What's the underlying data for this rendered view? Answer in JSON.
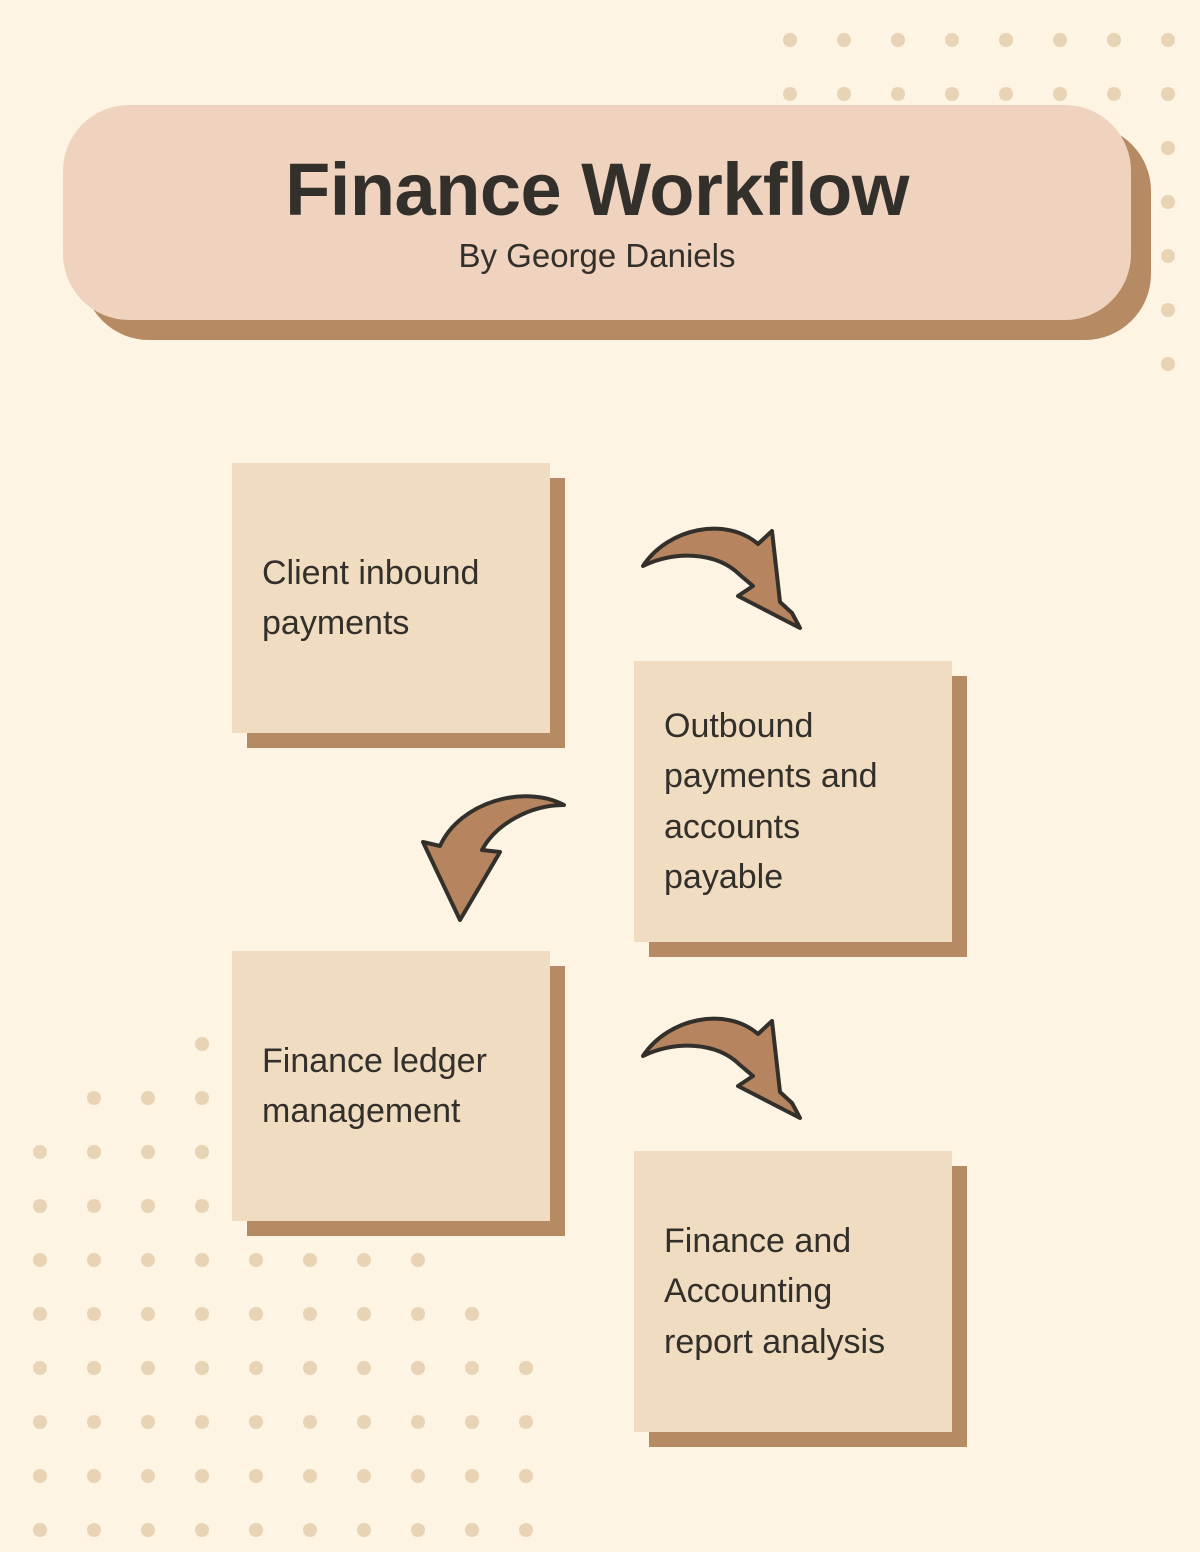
{
  "theme": {
    "background": "#FDF4E4",
    "header_fill": "#F0D3BF",
    "card_fill": "#F0DCC0",
    "shadow_fill": "#B68A62",
    "arrow_fill": "#B6855F",
    "arrow_stroke": "#33302C",
    "text_color": "#332F2B",
    "dot_color": "#E8D3B4"
  },
  "header": {
    "title": "Finance Workflow",
    "subtitle": "By George Daniels"
  },
  "steps": [
    {
      "id": "step-1",
      "text": "Client inbound payments"
    },
    {
      "id": "step-2",
      "text": "Outbound payments and accounts payable"
    },
    {
      "id": "step-3",
      "text": "Finance ledger management"
    },
    {
      "id": "step-4",
      "text": "Finance and Accounting report analysis"
    }
  ],
  "arrows": [
    {
      "id": "arrow-1",
      "direction": "curved-right-down",
      "from": "step-1",
      "to": "step-2"
    },
    {
      "id": "arrow-2",
      "direction": "curved-left-down",
      "from": "step-2",
      "to": "step-3"
    },
    {
      "id": "arrow-3",
      "direction": "curved-right-down",
      "from": "step-3",
      "to": "step-4"
    }
  ]
}
